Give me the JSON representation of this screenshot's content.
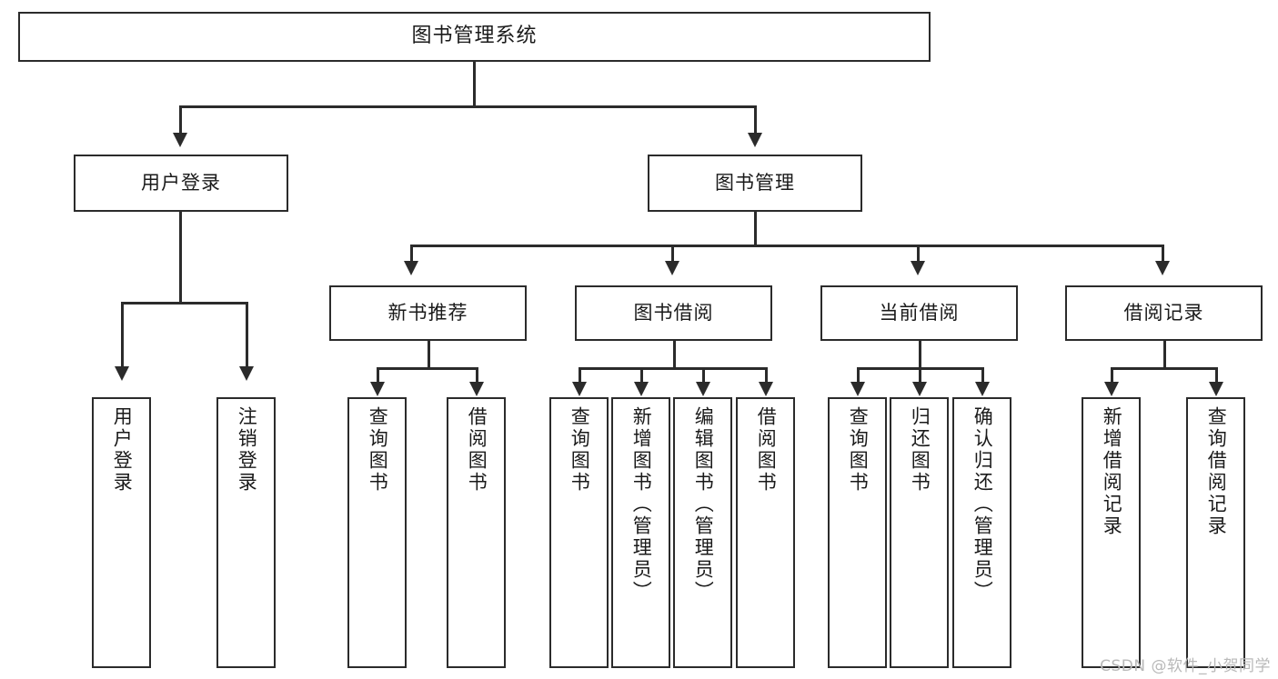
{
  "diagram": {
    "title": "图书管理系统",
    "watermark": "CSDN @软件_小贺同学",
    "accent_color": "#2b2b2b",
    "background_color": "#ffffff",
    "root": {
      "label": "图书管理系统"
    },
    "level2": [
      {
        "label": "用户登录"
      },
      {
        "label": "图书管理"
      }
    ],
    "level3": [
      {
        "label": "新书推荐"
      },
      {
        "label": "图书借阅"
      },
      {
        "label": "当前借阅"
      },
      {
        "label": "借阅记录"
      }
    ],
    "leaves": {
      "user_login": [
        {
          "label": "用户登录"
        },
        {
          "label": "注销登录"
        }
      ],
      "new_book": [
        {
          "label": "查询图书"
        },
        {
          "label": "借阅图书"
        }
      ],
      "book_borrow": [
        {
          "label": "查询图书"
        },
        {
          "label": "新增图书（管理员）"
        },
        {
          "label": "编辑图书（管理员）"
        },
        {
          "label": "借阅图书"
        }
      ],
      "current_borrow": [
        {
          "label": "查询图书"
        },
        {
          "label": "归还图书"
        },
        {
          "label": "确认归还（管理员）"
        }
      ],
      "borrow_record": [
        {
          "label": "新增借阅记录"
        },
        {
          "label": "查询借阅记录"
        }
      ]
    }
  }
}
